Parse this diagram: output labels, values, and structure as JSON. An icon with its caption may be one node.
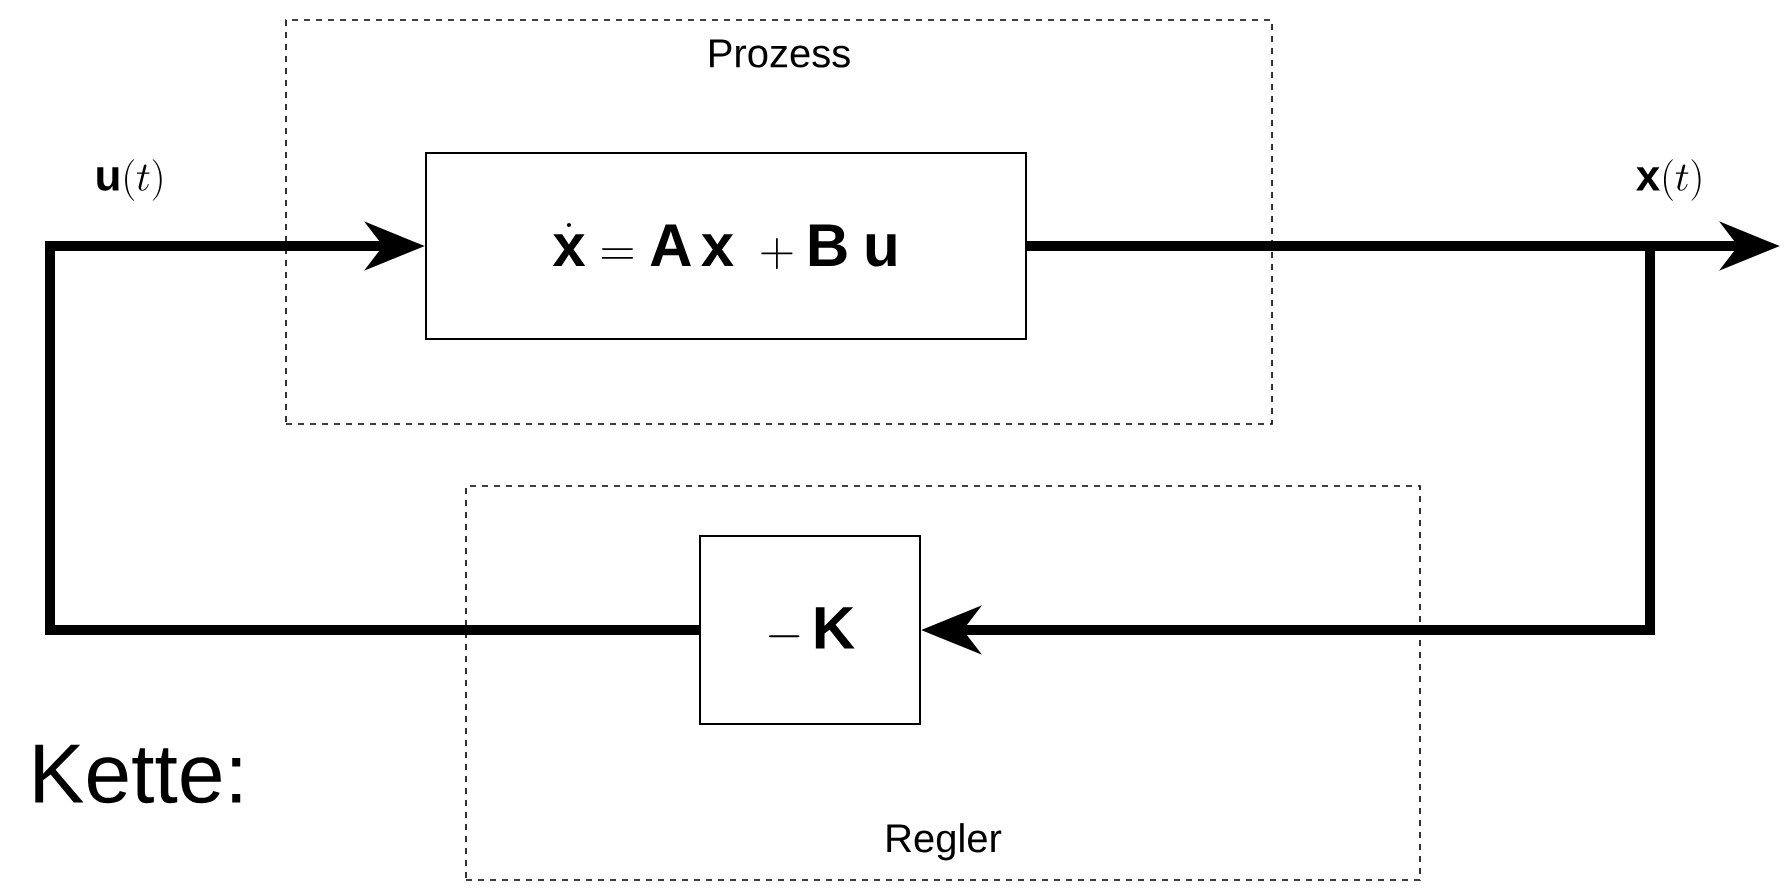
{
  "diagram": {
    "nodes": [
      {
        "text": [
          "Prozess"
        ]
      },
      {
        "text": [
          "\\dot{\\mathbf{x}} = \\mathbf{A}\\,\\mathbf{x}\\; + \\mathbf{B}\\;\\mathbf{u}"
        ],
        "in": 0
      },
      {
        "text": [
          "Regler"
        ]
      },
      {
        "text": [
          "-\\,\\mathbf{K}"
        ],
        "in": 2
      }
    ],
    "edges": [
      {
        "from": 3,
        "to": 1,
        "arrow": "to",
        "label": "\\mathbf{u}(t)"
      },
      {
        "from": 1,
        "to": null,
        "arrow": "to",
        "label": "\\mathbf{x}(t)"
      },
      {
        "from": 1,
        "to": 3,
        "arrow": "to"
      }
    ],
    "labels": [
      "Kette:"
    ]
  }
}
